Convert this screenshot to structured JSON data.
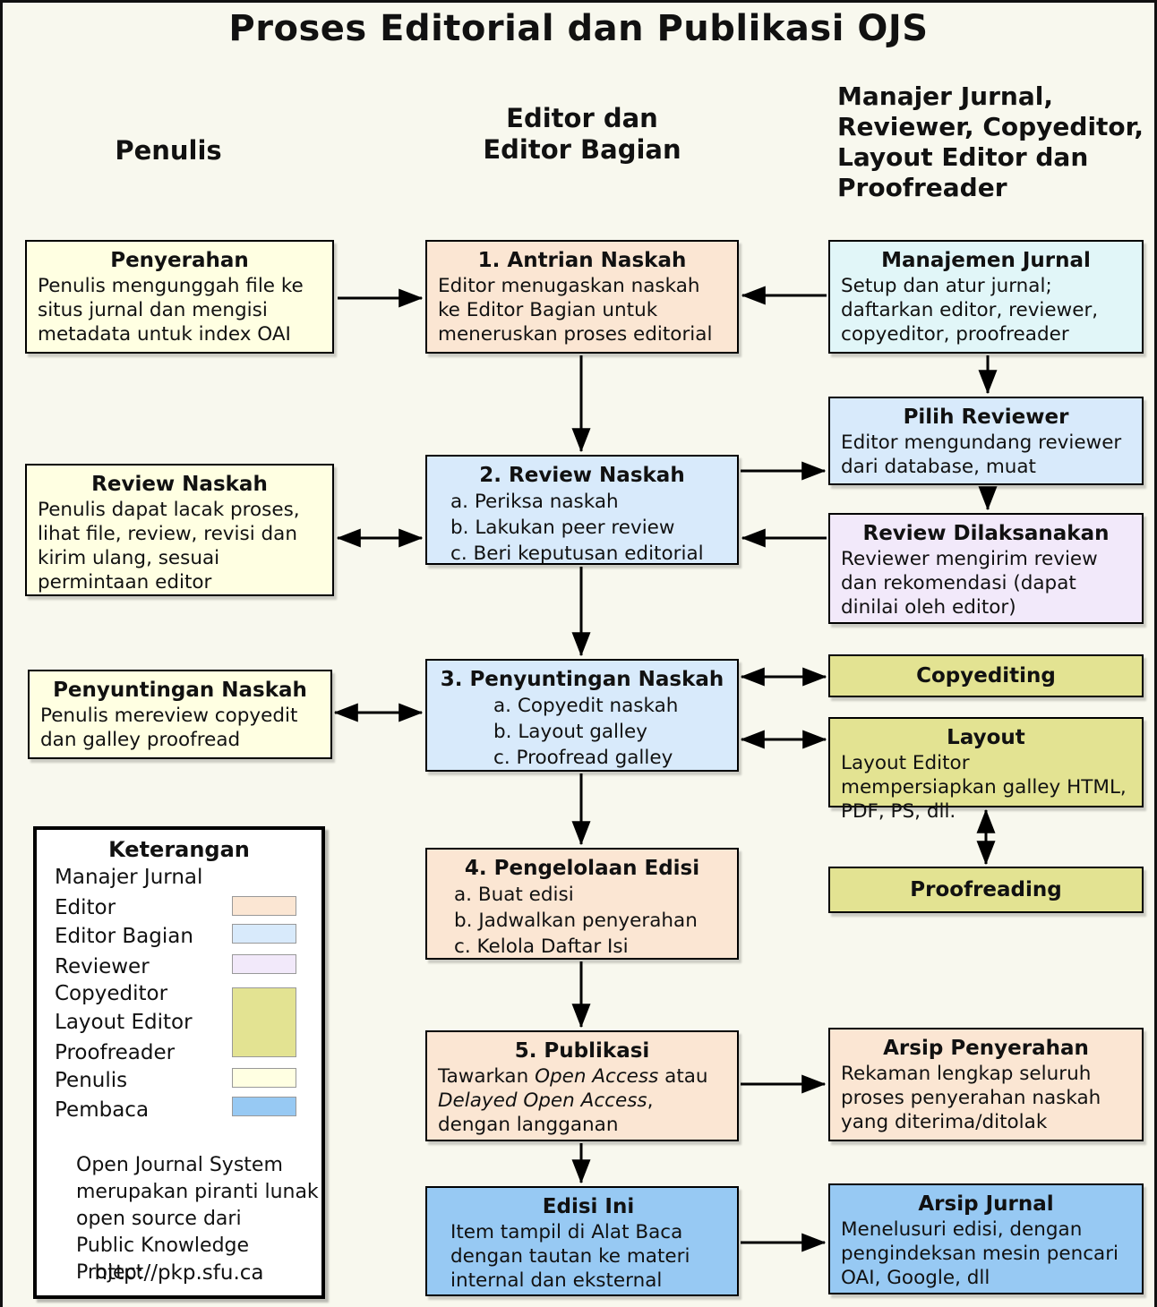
{
  "title": "Proses Editorial dan Publikasi OJS",
  "column_headers": {
    "penulis": "Penulis",
    "editor_line1": "Editor dan",
    "editor_line2": "Editor Bagian",
    "manajer_lines": [
      "Manajer Jurnal,",
      "Reviewer, Copyeditor,",
      "Layout Editor dan",
      "Proofreader"
    ]
  },
  "colors": {
    "background": "#f8f8ee",
    "penulis_box": "#ffffe2",
    "editor_box": "#fbe6d3",
    "editor_bagian_box": "#d8eafb",
    "manajer_jurnal_box": "#e1f6f8",
    "reviewer_box": "#f2e9fa",
    "copyeditor_group_box": "#e3e392",
    "pembaca_box": "#97c9f3",
    "legend_background": "#ffffff"
  },
  "boxes": {
    "penyerahan": {
      "title": "Penyerahan",
      "body": "Penulis mengunggah file ke situs jurnal dan mengisi metadata untuk index OAI"
    },
    "antrian_naskah": {
      "title": "1. Antrian Naskah",
      "body": "Editor menugaskan naskah ke Editor Bagian untuk meneruskan proses editorial"
    },
    "manajemen_jurnal": {
      "title": "Manajemen Jurnal",
      "body": "Setup dan atur jurnal; daftarkan editor, reviewer, copyeditor, proofreader"
    },
    "pilih_reviewer": {
      "title": "Pilih Reviewer",
      "body": "Editor mengundang reviewer dari database, muat"
    },
    "review_naskah_penulis": {
      "title": "Review Naskah",
      "body": "Penulis dapat lacak proses, lihat file, review, revisi dan kirim ulang, sesuai permintaan editor"
    },
    "review_naskah": {
      "title": "2. Review Naskah",
      "items": [
        "a. Periksa naskah",
        "b. Lakukan peer review",
        "c. Beri keputusan editorial"
      ]
    },
    "review_dilaksanakan": {
      "title": "Review Dilaksanakan",
      "body": "Reviewer mengirim review dan rekomendasi (dapat dinilai oleh editor)"
    },
    "penyuntingan_naskah_penulis": {
      "title": "Penyuntingan Naskah",
      "body": "Penulis mereview copyedit dan galley proofread"
    },
    "penyuntingan_naskah": {
      "title": "3. Penyuntingan Naskah",
      "items": [
        "a. Copyedit naskah",
        "b. Layout galley",
        "c. Proofread galley"
      ]
    },
    "copyediting": {
      "title": "Copyediting"
    },
    "layout": {
      "title": "Layout",
      "body": "Layout Editor mempersiapkan galley HTML, PDF, PS, dll."
    },
    "proofreading": {
      "title": "Proofreading"
    },
    "pengelolaan_edisi": {
      "title": "4. Pengelolaan Edisi",
      "items": [
        "a. Buat edisi",
        "b. Jadwalkan penyerahan",
        "c. Kelola Daftar Isi"
      ]
    },
    "publikasi": {
      "title": "5. Publikasi",
      "seg1": "Tawarkan ",
      "seg2": "Open Access",
      "seg3": " atau ",
      "seg4": "Delayed Open Access",
      "seg5": ", dengan langganan"
    },
    "arsip_penyerahan": {
      "title": "Arsip Penyerahan",
      "body": "Rekaman lengkap seluruh proses penyerahan naskah yang diterima/ditolak"
    },
    "edisi_ini": {
      "title": "Edisi Ini",
      "body": "Item tampil di Alat Baca dengan tautan ke materi internal dan eksternal"
    },
    "arsip_jurnal": {
      "title": "Arsip Jurnal",
      "body": "Menelusuri edisi, dengan pengindeksan mesin pencari OAI, Google, dll"
    }
  },
  "legend": {
    "title": "Keterangan",
    "labels": [
      "Manajer Jurnal",
      "Editor",
      "Editor Bagian",
      "Reviewer",
      "Copyeditor",
      "Layout Editor",
      "Proofreader",
      "Penulis",
      "Pembaca"
    ],
    "note_lines": [
      "Open Journal System",
      "merupakan piranti lunak",
      "open source dari",
      "Public Knowledge Project"
    ],
    "url": "http://pkp.sfu.ca"
  }
}
